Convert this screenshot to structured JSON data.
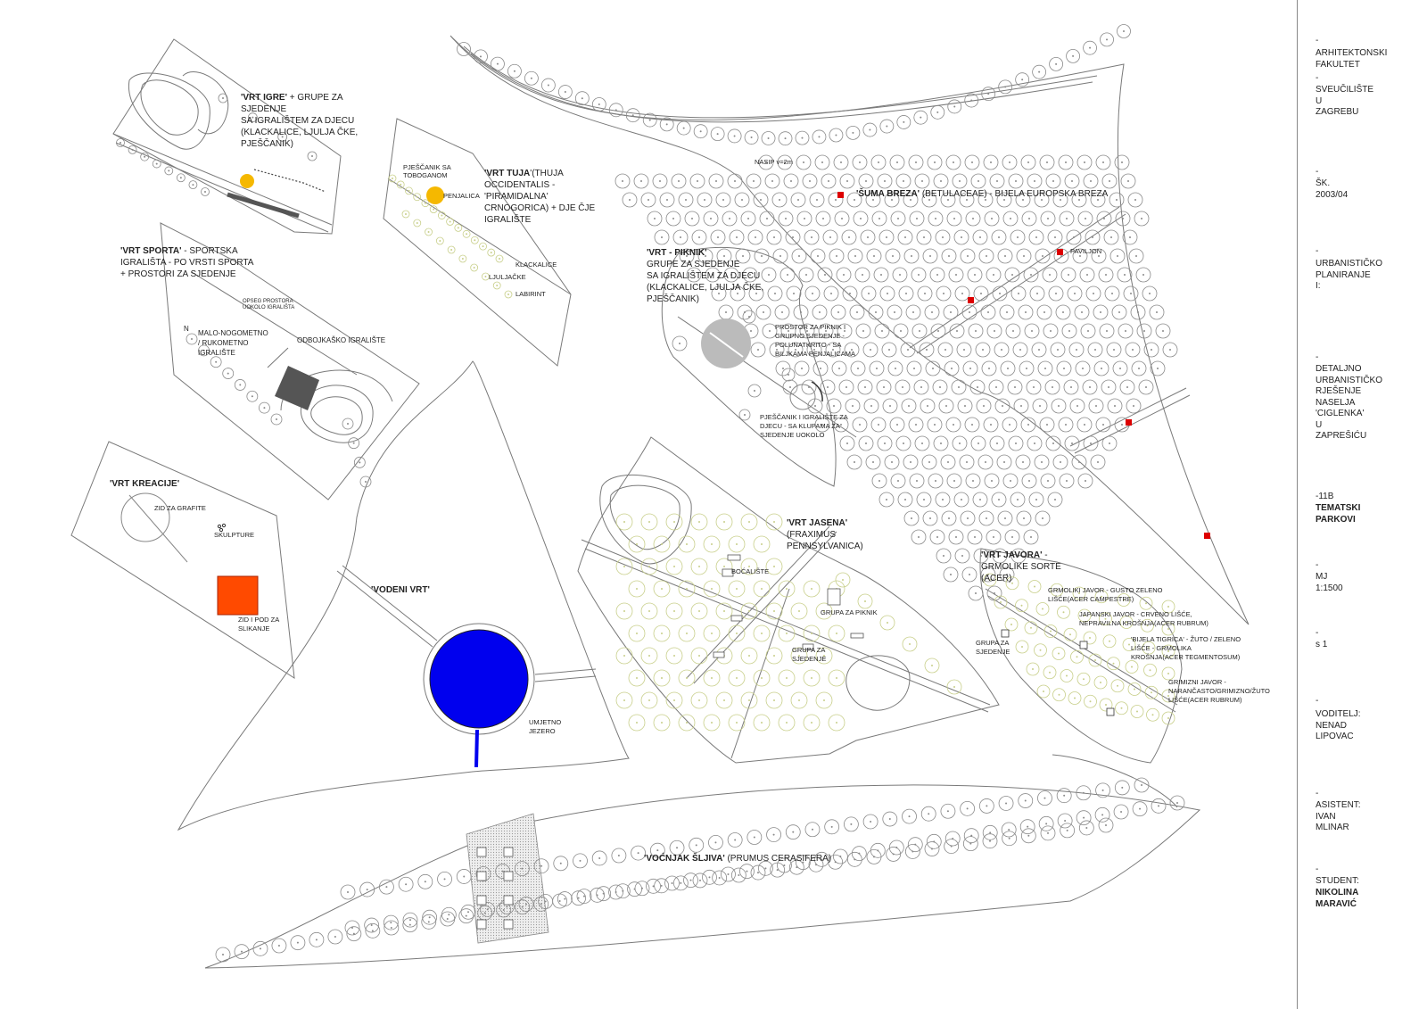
{
  "labels": {
    "vrt_igre_title": "'VRT IGRE'",
    "vrt_igre_text": " + GRUPE ZA\nSJEDENJE\nSA IGRALIŠTEM ZA DJECU\n(KLACKALICE, LJULJA ČKE,\nPJEŠČANIK)",
    "vrt_tuja_title": "'VRT TUJA",
    "vrt_tuja_text": "'(THUJA\nOCCIDENTALIS -\n'PIRAMIDALNA'\nCRNOGORICA) + DJE ČJE\nIGRALIŠTE",
    "pjescanik_tobogan": "PJEŠČANIK SA\nTOBOGANOM",
    "penjalica": "PENJALICA",
    "klackalice": "KLACKALICE",
    "ljuljacke": "LJULJAČKE",
    "labirint": "LABIRINT",
    "nasip": "NASIP v=2m",
    "suma_breza_title": "'ŠUMA BREZA'",
    "suma_breza_text": " (BETULACEAE) - BIJELA EUROPSKA BREZA",
    "paviljon": "PAVILJON",
    "vrt_sporta_title": "'VRT SPORTA'",
    "vrt_sporta_text": " - SPORTSKA\nIGRALIŠTA - PO VRSTI SPORTA\n+ PROSTORI ZA SJEDENJE",
    "opseg_prostora": "OPSEG PROSTORA\nUOKOLO IGRALIŠTA",
    "malo_nogometno": "MALO-NOGOMETNO\n/ RUKOMETNO\nIGRALIŠTE",
    "odbojkasko": "ODBOJKAŠKO IGRALIŠTE",
    "vrt_piknik_title": "'VRT - PIKNIK'",
    "vrt_piknik_text": "GRUPE ZA SJEDENJE\nSA IGRALIŠTEM ZA DJECU\n(KLACKALICE, LJULJA ČKE,\nPJEŠČANIK)",
    "prostor_piknik": "PROSTOR ZA PIKNIK I\nGRUPNO SJEDENJE -\nPOLUNATKRITO - SA\nBILJKAMA PENJALICAMA",
    "pjescanik_igraliste": "PJEŠČANIK I IGRALIŠTE ZA\nDJECU - SA KLUPAMA ZA\nSJEDENJE UOKOLO",
    "vrt_kreacije_title": "'VRT KREACIJE'",
    "zid_za_grafite": "ZID ZA GRAFITE",
    "skulpture": "SKULPTURE",
    "zid_pod_slikanje": "ZID I POD ZA\nSLIKANJE",
    "vodeni_vrt_title": "'VODENI VRT'",
    "umjetno_jezero": "UMJETNO\nJEZERO",
    "vrt_jasena_title": "'VRT JASENA'",
    "vrt_jasena_text": "\n(FRAXIMUS\nPENNSYLVANICA)",
    "bocaliste": "BOĆALIŠTE",
    "grupa_za_piknik": "GRUPA ZA PIKNIK",
    "grupa_za_sjedenje": "GRUPA ZA\nSJEDENJE",
    "vrt_javora_title": "'VRT JAVORA'",
    "vrt_javora_text": " -\nGRMOLIKE SORTE\n(ACER)",
    "javor_1": "GRMOLIKI JAVOR - GUSTO ZELENO\nLIŠĆE(ACER CAMPESTRE)",
    "javor_2": "JAPANSKI JAVOR - CRVENO LIŠĆE,\nNEPRAVILNA KROŠNJA(ACER RUBRUM)",
    "javor_3": "'BIJELA TIGRICA' - ŽUTO / ZELENO\nLIŠĆE - GRMOLIKA\nKROŠNJA(ACER TEGMENTOSUM)",
    "javor_4": "GRIMIZNI JAVOR -\nNARANČASTO/GRIMIZNO/ŽUTO\nLIŠĆE(ACER RUBRUM)",
    "grupa_za_sjedenje_2": "GRUPA ZA\nSJEDENJE",
    "vocnjak_title": "'VOĆNJAK ŠLJIVA'",
    "vocnjak_text": " (PRUMUS CERASIFERA)",
    "north": "N"
  },
  "sidebar": {
    "faculty": "ARHITEKTONSKI\nFAKULTET",
    "university": "SVEUČILIŠTE\nU\nZAGREBU",
    "year": "ŠK.\n2003/04",
    "course": "URBANISTIČKO\nPLANIRANJE\nI:",
    "project": "DETALJNO\nURBANISTIČKO\nRJEŠENJE\nNASELJA\n'CIGLENKA'\nU\nZAPREŠIĆU",
    "sheet_code": "-11B",
    "sheet_title": "TEMATSKI\nPARKOVI",
    "scale": "MJ\n1:1500",
    "sheet_no": "s 1",
    "mentor": "VODITELJ:\nNENAD\nLIPOVAC",
    "assistant": "ASISTENT:\nIVAN\nMLINAR",
    "student_label": "STUDENT:",
    "student_name": "NIKOLINA\nMARAVIĆ",
    "dash": "-"
  },
  "colors": {
    "line": "#7a7a7a",
    "tree": "#8a8a8a",
    "tree_yellow": "#c8cf8a",
    "water": "#0000ee",
    "sun": "#f5b800",
    "pavilion": "#dd0000",
    "paint_wall": "#ff4a00",
    "sport_court": "#555555",
    "picnic_circle": "#bbbbbb"
  }
}
